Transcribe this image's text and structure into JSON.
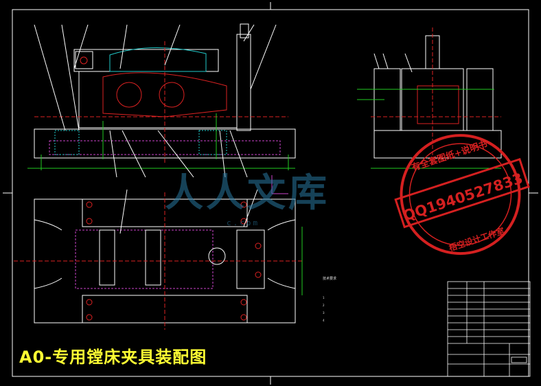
{
  "caption": "A0-专用镗床夹具装配图",
  "watermark": {
    "brand": "人人文库",
    "url": "c.com"
  },
  "stamp": {
    "phone": "QQ1940527833",
    "top_text": "有全套图纸+说明书",
    "bottom_text": "梧空设计工作室",
    "color": "#d42020"
  },
  "notes": {
    "title": "技术要求",
    "items": [
      "1",
      "2",
      "3",
      "4"
    ]
  },
  "colors": {
    "background": "#000000",
    "line": "#ffffff",
    "green": "#22cc22",
    "magenta": "#cc44cc",
    "red": "#dd2222",
    "cyan": "#22cccc",
    "yellow": "#ffff33"
  }
}
